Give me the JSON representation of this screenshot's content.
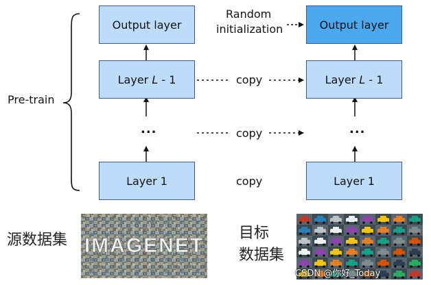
{
  "left_column": {
    "output_label": "Output layer",
    "layer_l_prefix": "Layer ",
    "layer_l_var": "L",
    "layer_l_suffix": " - 1",
    "dots": "...",
    "layer1_label": "Layer 1"
  },
  "right_column": {
    "output_label": "Output layer",
    "layer_l_prefix": "Layer ",
    "layer_l_var": "L",
    "layer_l_suffix": " - 1",
    "dots": "...",
    "layer1_label": "Layer 1"
  },
  "connections": {
    "random_line1": "Random",
    "random_line2": "initialization",
    "copy_top": "copy",
    "copy_mid": "copy",
    "copy_bottom": "copy"
  },
  "pretrain_label": "Pre-train",
  "source_dataset_label": "源数据集",
  "imagenet_logo_text": "IMAGENET",
  "target_dataset_line1": "目标",
  "target_dataset_line2": "数据集",
  "watermark": "CSDN @你好_Today",
  "colors": {
    "box_light": "#bcdcfa",
    "box_dark": "#4aa8ee",
    "box_border": "#3a5a8c"
  }
}
